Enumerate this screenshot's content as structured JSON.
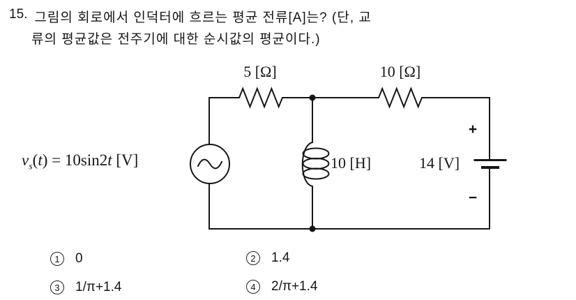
{
  "question": {
    "number": "15.",
    "line1": "그림의 회로에서 인덕터에 흐르는 평균 전류[A]는? (단, 교",
    "line2": "류의 평균값은 전주기에 대한 순시값의 평균이다.)"
  },
  "circuit": {
    "source_label": {
      "parts": [
        "v",
        "s",
        "(",
        "t",
        ") = 10sin2",
        "t",
        " [V]"
      ]
    },
    "r1_label": "5 [Ω]",
    "r2_label": "10 [Ω]",
    "inductor_label": "10 [H]",
    "battery_label": "14 [V]",
    "battery_plus": "+",
    "battery_minus": "−"
  },
  "choices": [
    {
      "num": "1",
      "label": "0"
    },
    {
      "num": "2",
      "label": "1.4"
    },
    {
      "num": "3",
      "label": "1/π+1.4"
    },
    {
      "num": "4",
      "label": "2/π+1.4"
    }
  ],
  "colors": {
    "ink": "#161616",
    "background": "#ffffff"
  }
}
